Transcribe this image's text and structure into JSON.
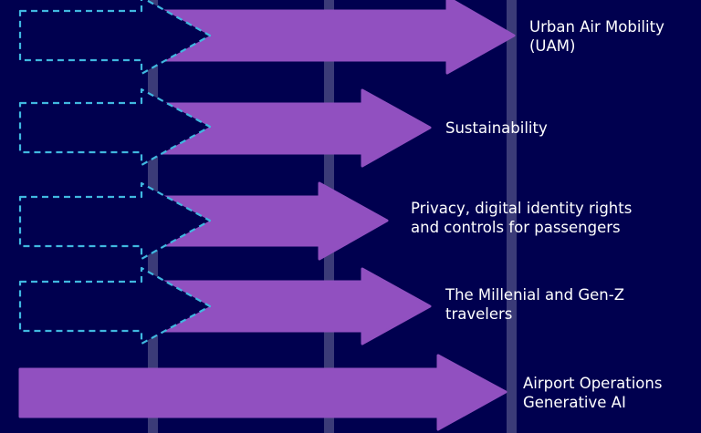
{
  "colors": {
    "background": "#00004f",
    "arrow": "#9150c0",
    "dashed_outline": "#40b8e0",
    "timeline_bar": "#3b3b78"
  },
  "trends": [
    {
      "line1": "Urban Air Mobility",
      "line2": "(UAM)"
    },
    {
      "line1": "Sustainability",
      "line2": ""
    },
    {
      "line1": "Privacy, digital identity rights",
      "line2": "and controls for passengers"
    },
    {
      "line1": "The Millenial and Gen-Z",
      "line2": "travelers"
    },
    {
      "line1": "Airport Operations",
      "line2": "Generative AI"
    }
  ]
}
